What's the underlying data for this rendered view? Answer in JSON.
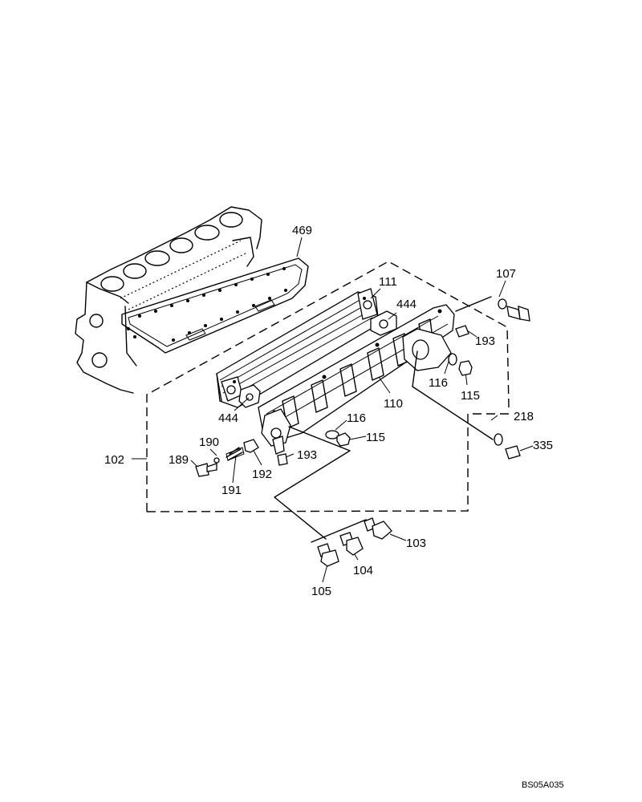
{
  "labels": {
    "p469": "469",
    "p111": "111",
    "p444a": "444",
    "p107": "107",
    "p193a": "193",
    "p116a": "116",
    "p115a": "115",
    "p110": "110",
    "p444b": "444",
    "p116b": "116",
    "p115b": "115",
    "p218": "218",
    "p335": "335",
    "p102": "102",
    "p190": "190",
    "p189": "189",
    "p191": "191",
    "p192": "192",
    "p193b": "193",
    "p103": "103",
    "p104": "104",
    "p105": "105"
  },
  "drawing_id": "BS05A035"
}
